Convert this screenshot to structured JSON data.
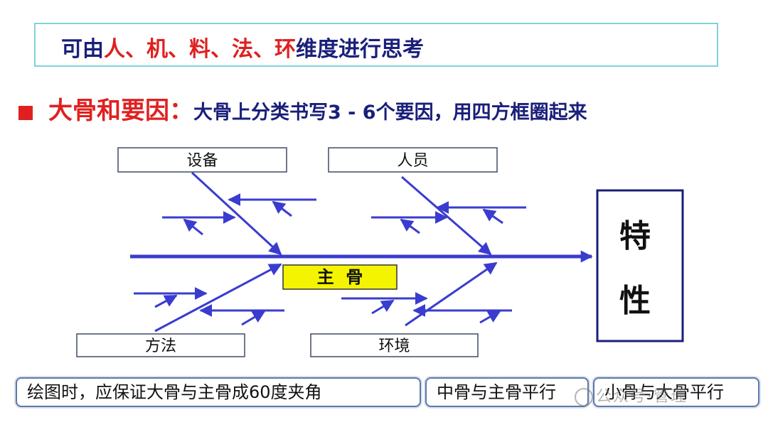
{
  "header": {
    "prefix": "可由",
    "items": [
      {
        "text": "人",
        "sep": "、"
      },
      {
        "text": "机",
        "sep": "、"
      },
      {
        "text": "料",
        "sep": "、"
      },
      {
        "text": "法",
        "sep": "、"
      },
      {
        "text": "环",
        "sep": ""
      }
    ],
    "suffix": "维度进行思考"
  },
  "subtitle": {
    "label": "大骨和要因：",
    "text": "大骨上分类书写3 - 6个要因，用四方框圈起来"
  },
  "diagram": {
    "categories": {
      "top_left": "设备",
      "top_right": "人员",
      "bottom_left": "方法",
      "bottom_right": "环境"
    },
    "main_bone": "主  骨",
    "effect": {
      "line1": "特",
      "line2": "性"
    }
  },
  "notes": [
    "绘图时，应保证大骨与主骨成60度夹角",
    "中骨与主骨平行",
    "小骨与大骨平行"
  ],
  "watermark": "公众号·管理"
}
